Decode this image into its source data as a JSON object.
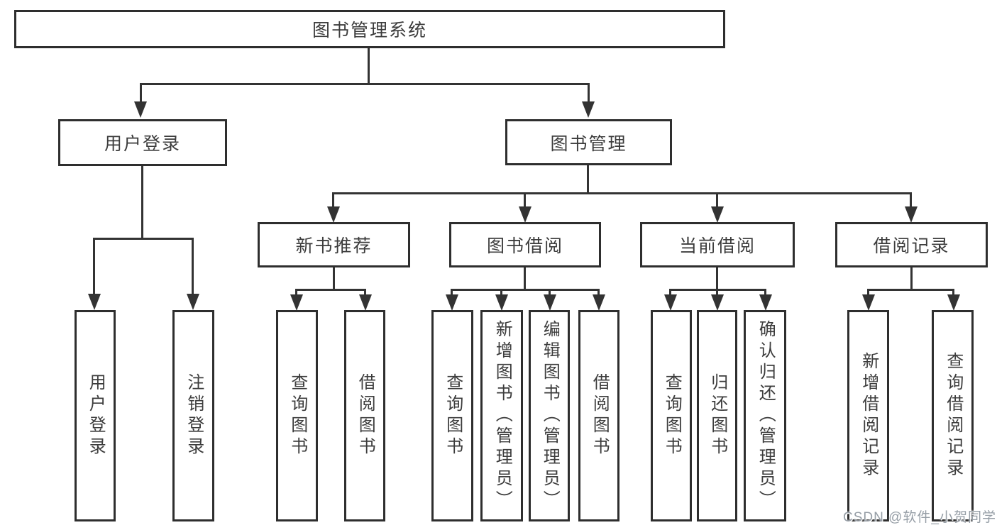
{
  "diagram": {
    "title": "图书管理系统",
    "nodes": {
      "root": "图书管理系统",
      "user_login": "用户登录",
      "book_manage": "图书管理",
      "new_book_recommend": "新书推荐",
      "book_borrow": "图书借阅",
      "current_borrow": "当前借阅",
      "borrow_records": "借阅记录",
      "leaves": {
        "user_login": [
          "用户登录",
          "注销登录"
        ],
        "new_book_recommend": [
          "查询图书",
          "借阅图书"
        ],
        "book_borrow": [
          "查询图书",
          "新增图书（管理员）",
          "编辑图书（管理员）",
          "借阅图书"
        ],
        "current_borrow": [
          "查询图书",
          "归还图书",
          "确认归还（管理员）"
        ],
        "borrow_records": [
          "新增借阅记录",
          "查询借阅记录"
        ]
      }
    }
  },
  "watermark": "CSDN @软件_小贺同学",
  "colors": {
    "line": "#333333",
    "border": "#2e2e2e",
    "text": "#3c3c3c",
    "background": "#ffffff",
    "watermark": "#969ea6"
  }
}
